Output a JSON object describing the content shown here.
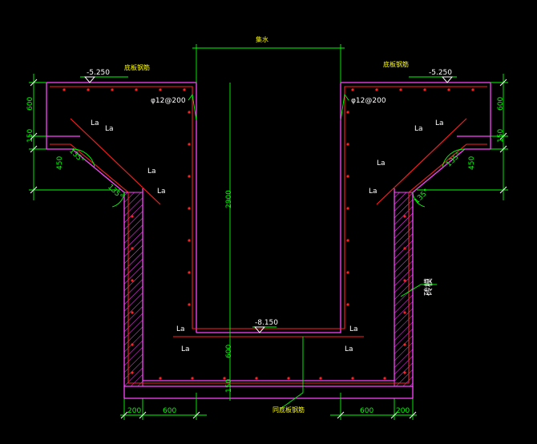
{
  "drawing": {
    "top_label": "集水",
    "elev_top_left": "-5.250",
    "elev_top_right": "-5.250",
    "elev_bottom": "-8.150",
    "note_top_left": "底板钢筋",
    "note_top_right": "底板钢筋",
    "note_bottom": "同底板钢筋",
    "note_right": "砖模",
    "rebar_left": "φ12@200",
    "rebar_right": "φ12@200",
    "anchor_label": "La",
    "angle_label": "135°",
    "dims": {
      "left_600": "600",
      "left_150": "150",
      "left_450": "450",
      "right_600": "600",
      "right_150": "150",
      "right_450": "450",
      "center_2900": "2900",
      "center_600": "600",
      "center_150": "150",
      "bottom_200_left": "200",
      "bottom_600_left": "600",
      "bottom_600_right": "600",
      "bottom_200_right": "200"
    },
    "colors": {
      "background": "#000000",
      "concrete": "#ff44ff",
      "rebar": "#ff2020",
      "dimension": "#00ff00",
      "center": "#00ffff",
      "text": "#ffffff",
      "note": "#ffff00"
    }
  }
}
